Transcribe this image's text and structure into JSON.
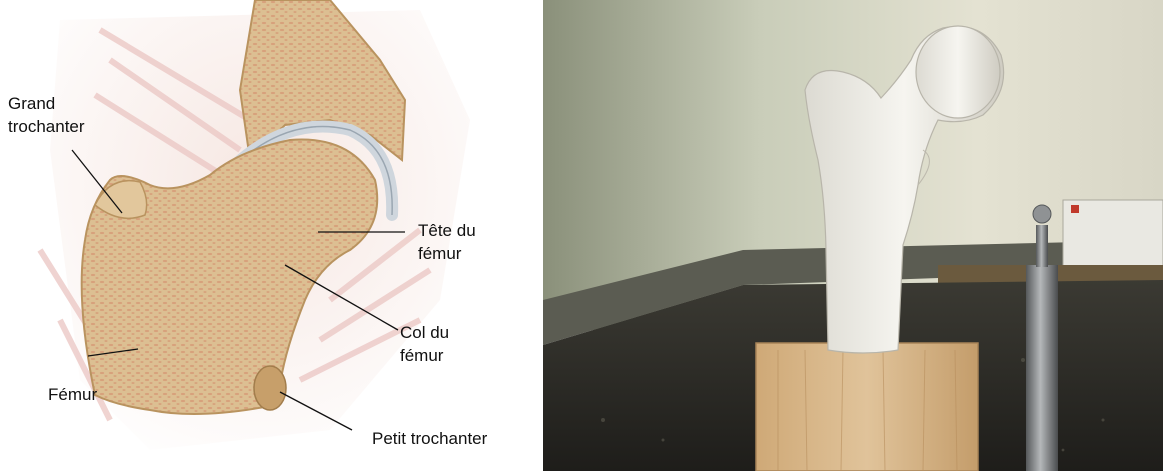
{
  "labels": {
    "grand_trochanter": "Grand\ntrochanter",
    "tete_du_femur": "Tête du\nfémur",
    "col_du_femur": "Col du\nfémur",
    "femur": "Fémur",
    "petit_trochanter": "Petit trochanter"
  },
  "colors": {
    "bone": "#d9b98a",
    "bone_dark": "#b9935f",
    "cartilage": "#cfd6dd",
    "tissue": "#f0dede",
    "leader_line": "#111111",
    "wood_block": "#d8b88c",
    "floor": "#2c2a24"
  }
}
